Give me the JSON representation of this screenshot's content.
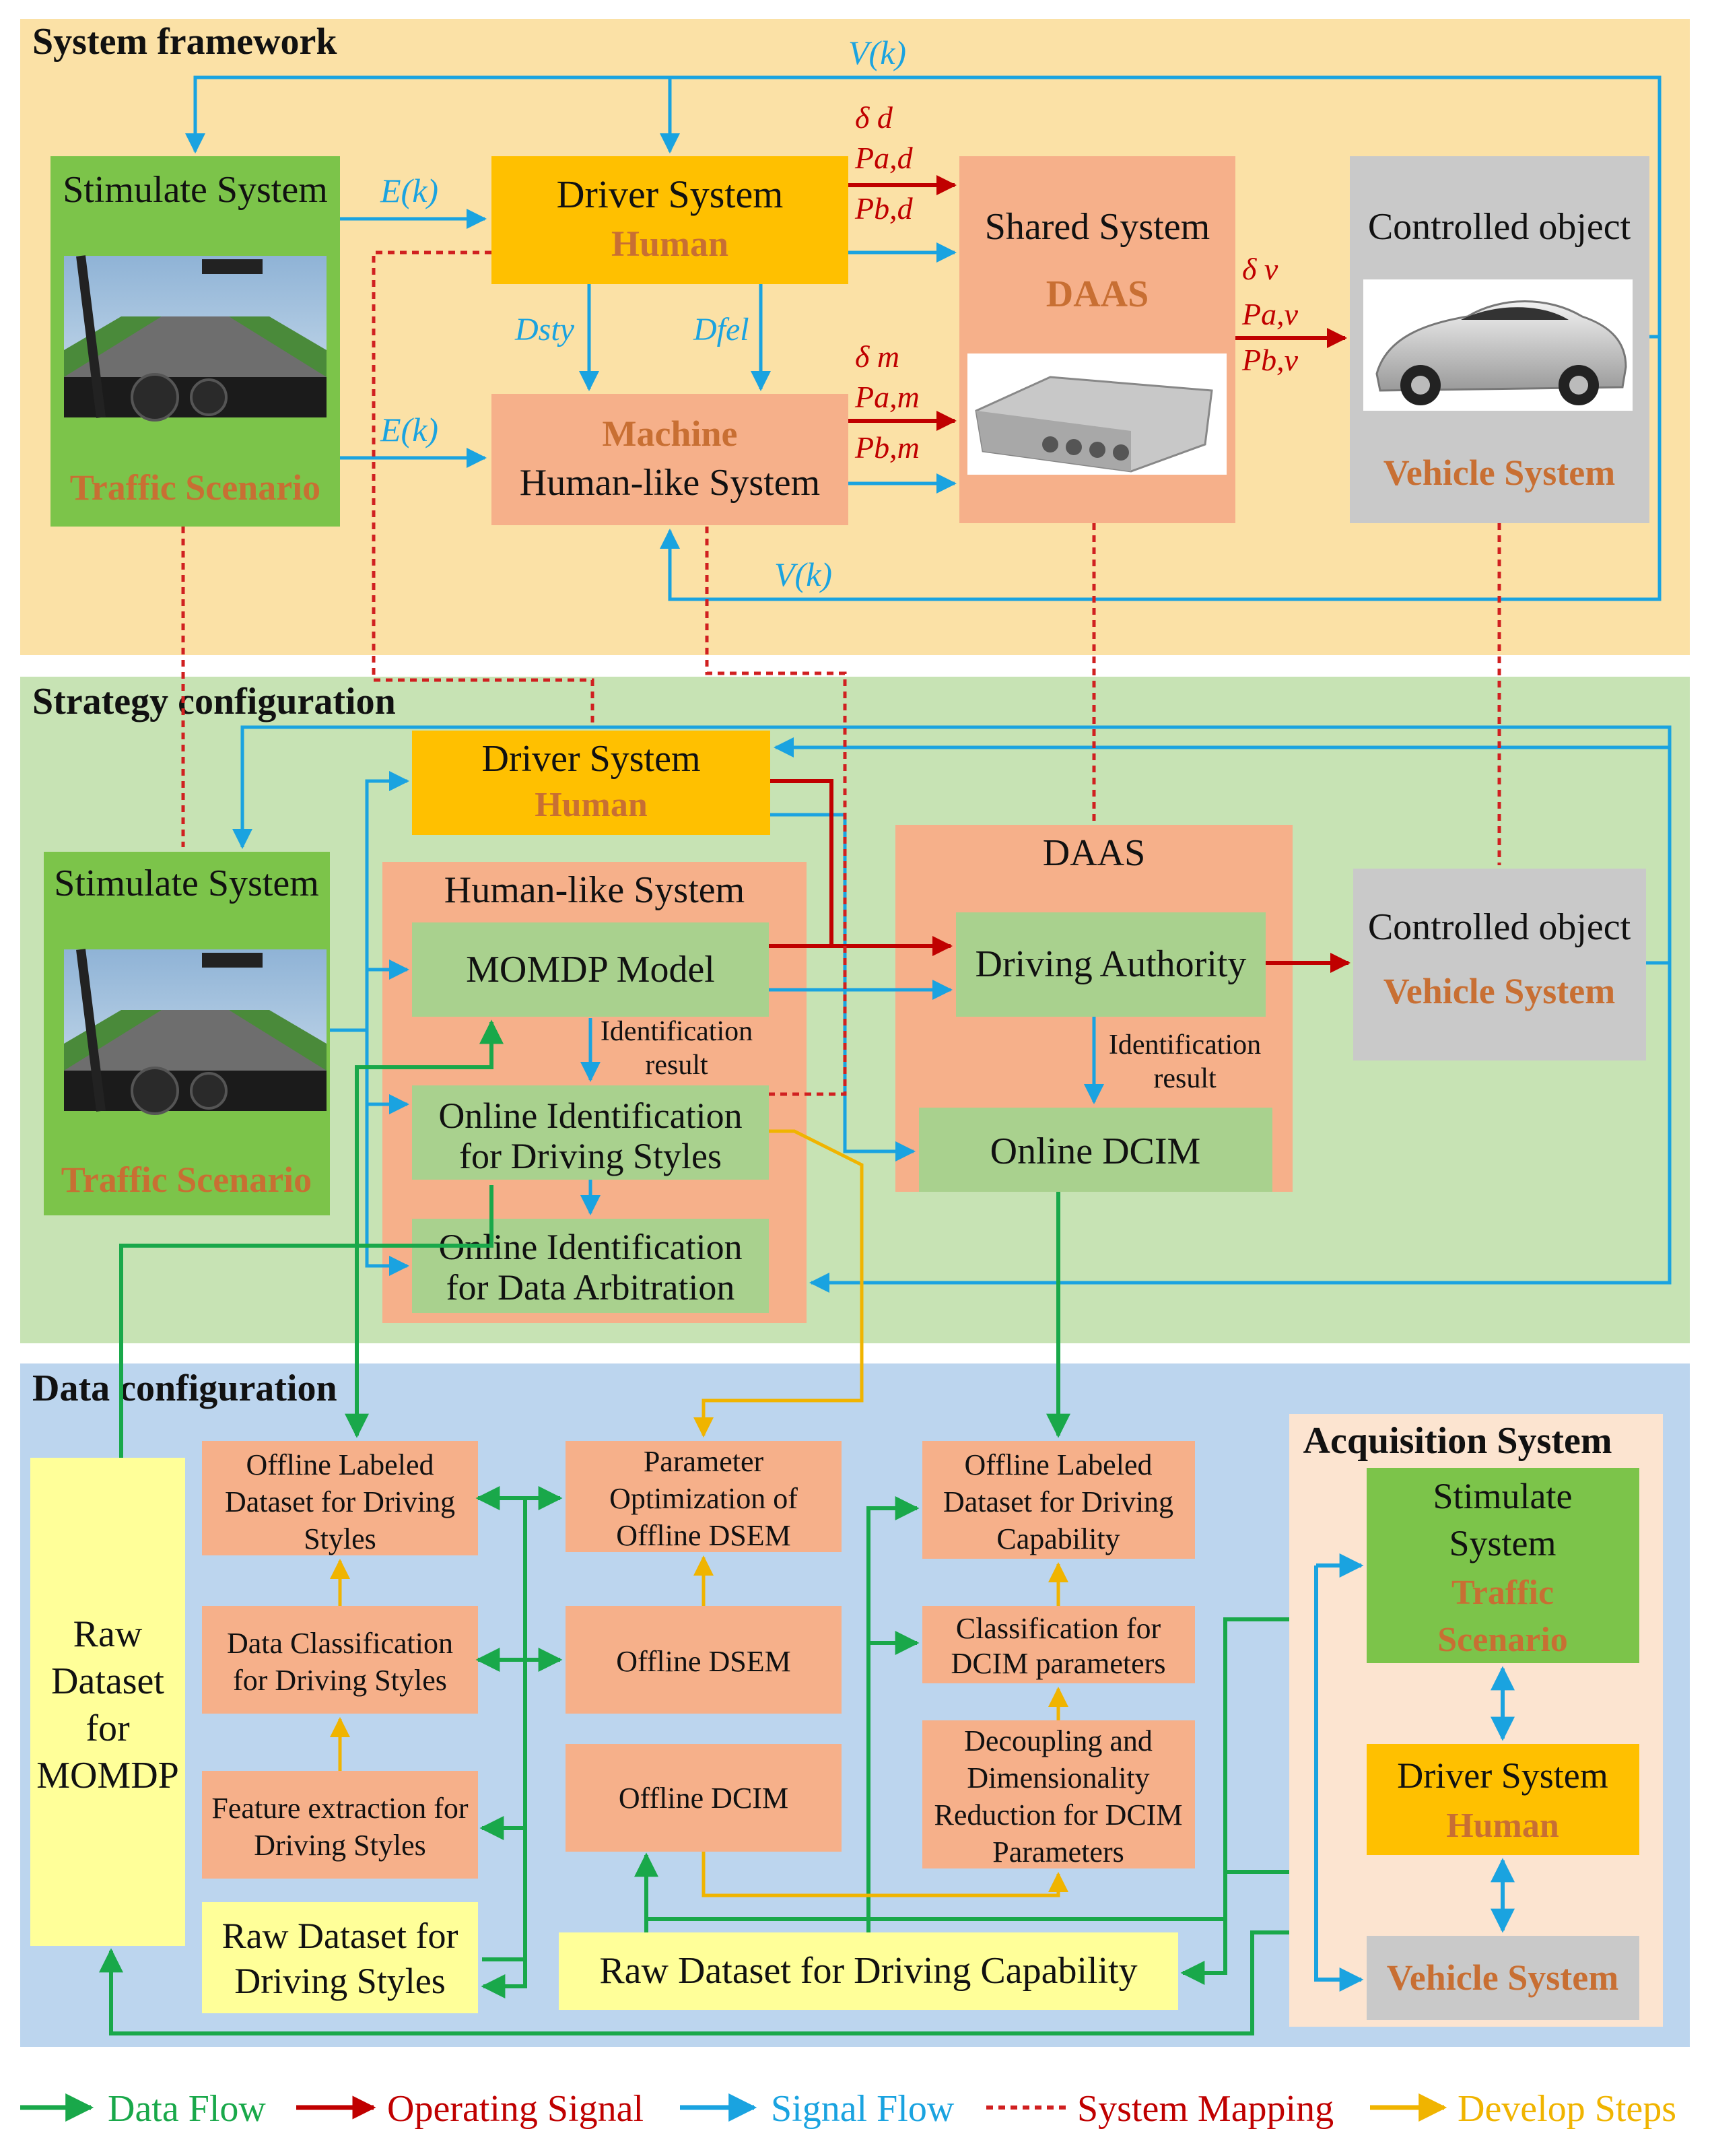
{
  "colors": {
    "data_flow": "#19a84a",
    "operating_signal": "#c00000",
    "signal_flow": "#1aa3e0",
    "system_mapping": "#d02020",
    "develop_steps": "#f0b400",
    "section_framework": "#fbe1a6",
    "section_strategy": "#c7e3b4",
    "section_data": "#bcd5ee",
    "human_box": "#ffc000",
    "salmon_box": "#f6b08a",
    "green_box": "#7cc44a",
    "light_green_box": "#a9d18e",
    "grey_box": "#c9c9c9",
    "yellow_box": "#ffff99",
    "acq_box": "#fce4d0"
  },
  "sections": {
    "framework": "System framework",
    "strategy": "Strategy configuration",
    "data": "Data configuration"
  },
  "framework": {
    "stimulate_title": "Stimulate System",
    "traffic_scenario": "Traffic Scenario",
    "driver_title": "Driver System",
    "driver_sub": "Human",
    "machine_title": "Machine",
    "machine_sub": "Human-like System",
    "shared_title": "Shared System",
    "shared_sub": "DAAS",
    "controlled_title": "Controlled object",
    "controlled_sub": "Vehicle System",
    "signals": {
      "v_top": "V(k)",
      "e_top": "E(k)",
      "e_bottom": "E(k)",
      "v_bottom": "V(k)",
      "d_sty": "Dsty",
      "d_fel": "Dfel",
      "delta_d": "δ d",
      "pa_d": "Pa,d",
      "pb_d": "Pb,d",
      "delta_m": "δ m",
      "pa_m": "Pa,m",
      "pb_m": "Pb,m",
      "delta_v": "δ v",
      "pa_v": "Pa,v",
      "pb_v": "Pb,v"
    }
  },
  "strategy": {
    "driver_title": "Driver System",
    "driver_sub": "Human",
    "stimulate_title": "Stimulate System",
    "traffic_scenario": "Traffic Scenario",
    "humanlike_title": "Human-like System",
    "momdp": "MOMDP Model",
    "ident_result_1a": "Identification",
    "ident_result_1b": "result",
    "online_style_1": "Online Identification",
    "online_style_2": "for Driving Styles",
    "online_arb_1": "Online Identification",
    "online_arb_2": "for Data Arbitration",
    "daas_title": "DAAS",
    "driving_authority": "Driving Authority",
    "ident_result_2a": "Identification",
    "ident_result_2b": "result",
    "online_dcim": "Online DCIM",
    "controlled_title": "Controlled object",
    "controlled_sub": "Vehicle System"
  },
  "data": {
    "raw_momdp": [
      "Raw",
      "Dataset",
      "for",
      "MOMDP"
    ],
    "offline_styles": [
      "Offline Labeled",
      "Dataset for Driving",
      "Styles"
    ],
    "data_class_styles": [
      "Data Classification",
      "for Driving Styles"
    ],
    "feature_extraction": [
      "Feature extraction for",
      "Driving Styles"
    ],
    "raw_styles": [
      "Raw Dataset for",
      "Driving Styles"
    ],
    "param_opt": [
      "Parameter",
      "Optimization of",
      "Offline DSEM"
    ],
    "offline_dsem": "Offline DSEM",
    "offline_dcim": "Offline DCIM",
    "raw_capability": "Raw Dataset for Driving Capability",
    "offline_capability": [
      "Offline Labeled",
      "Dataset for Driving",
      "Capability"
    ],
    "class_dcim": [
      "Classification for",
      "DCIM parameters"
    ],
    "decoupling": [
      "Decoupling and",
      "Dimensionality",
      "Reduction for DCIM",
      "Parameters"
    ],
    "acq_title": "Acquisition System",
    "acq_stimulate": [
      "Stimulate",
      "System"
    ],
    "acq_traffic": [
      "Traffic",
      "Scenario"
    ],
    "acq_driver_title": "Driver System",
    "acq_driver_sub": "Human",
    "acq_vehicle": "Vehicle System"
  },
  "legend": {
    "data_flow": "Data Flow",
    "operating_signal": "Operating Signal",
    "signal_flow": "Signal Flow",
    "system_mapping": "System Mapping",
    "develop_steps": "Develop Steps"
  }
}
